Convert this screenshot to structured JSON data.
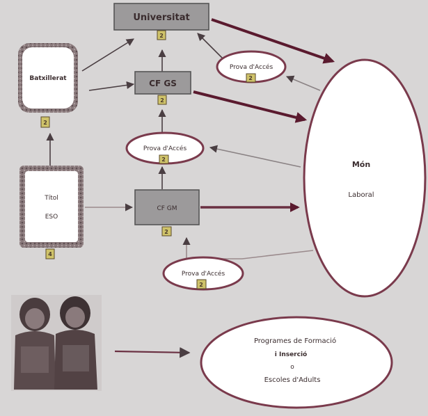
{
  "nodes": {
    "universitat": "Universitat",
    "cfgs": "CF GS",
    "batxillerat": "Batxillerat",
    "eso": [
      "Títol",
      "ESO"
    ],
    "cfgm": "CF GM",
    "prova_univ": "Prova d'Accés",
    "prova_cfgs": "Prova d'Accés",
    "prova_cfgm": "Prova d'Accés",
    "mon": [
      "Món",
      "Laboral"
    ],
    "programes": [
      "Programes de Formació",
      "i Inserció",
      "o",
      "Escoles d'Adults"
    ]
  },
  "badges": {
    "universitat": "2",
    "cfgs": "2",
    "batxillerat": "2",
    "eso": "4",
    "cfgm": "2",
    "prova_univ": "2",
    "prova_cfgs": "2",
    "prova_cfgm": "2"
  },
  "colors": {
    "background": "#d8d6d6",
    "gray_box": "#9c9a9b",
    "arrow_dark": "#5a1a2e",
    "ellipse_border": "#7a3a4c"
  }
}
